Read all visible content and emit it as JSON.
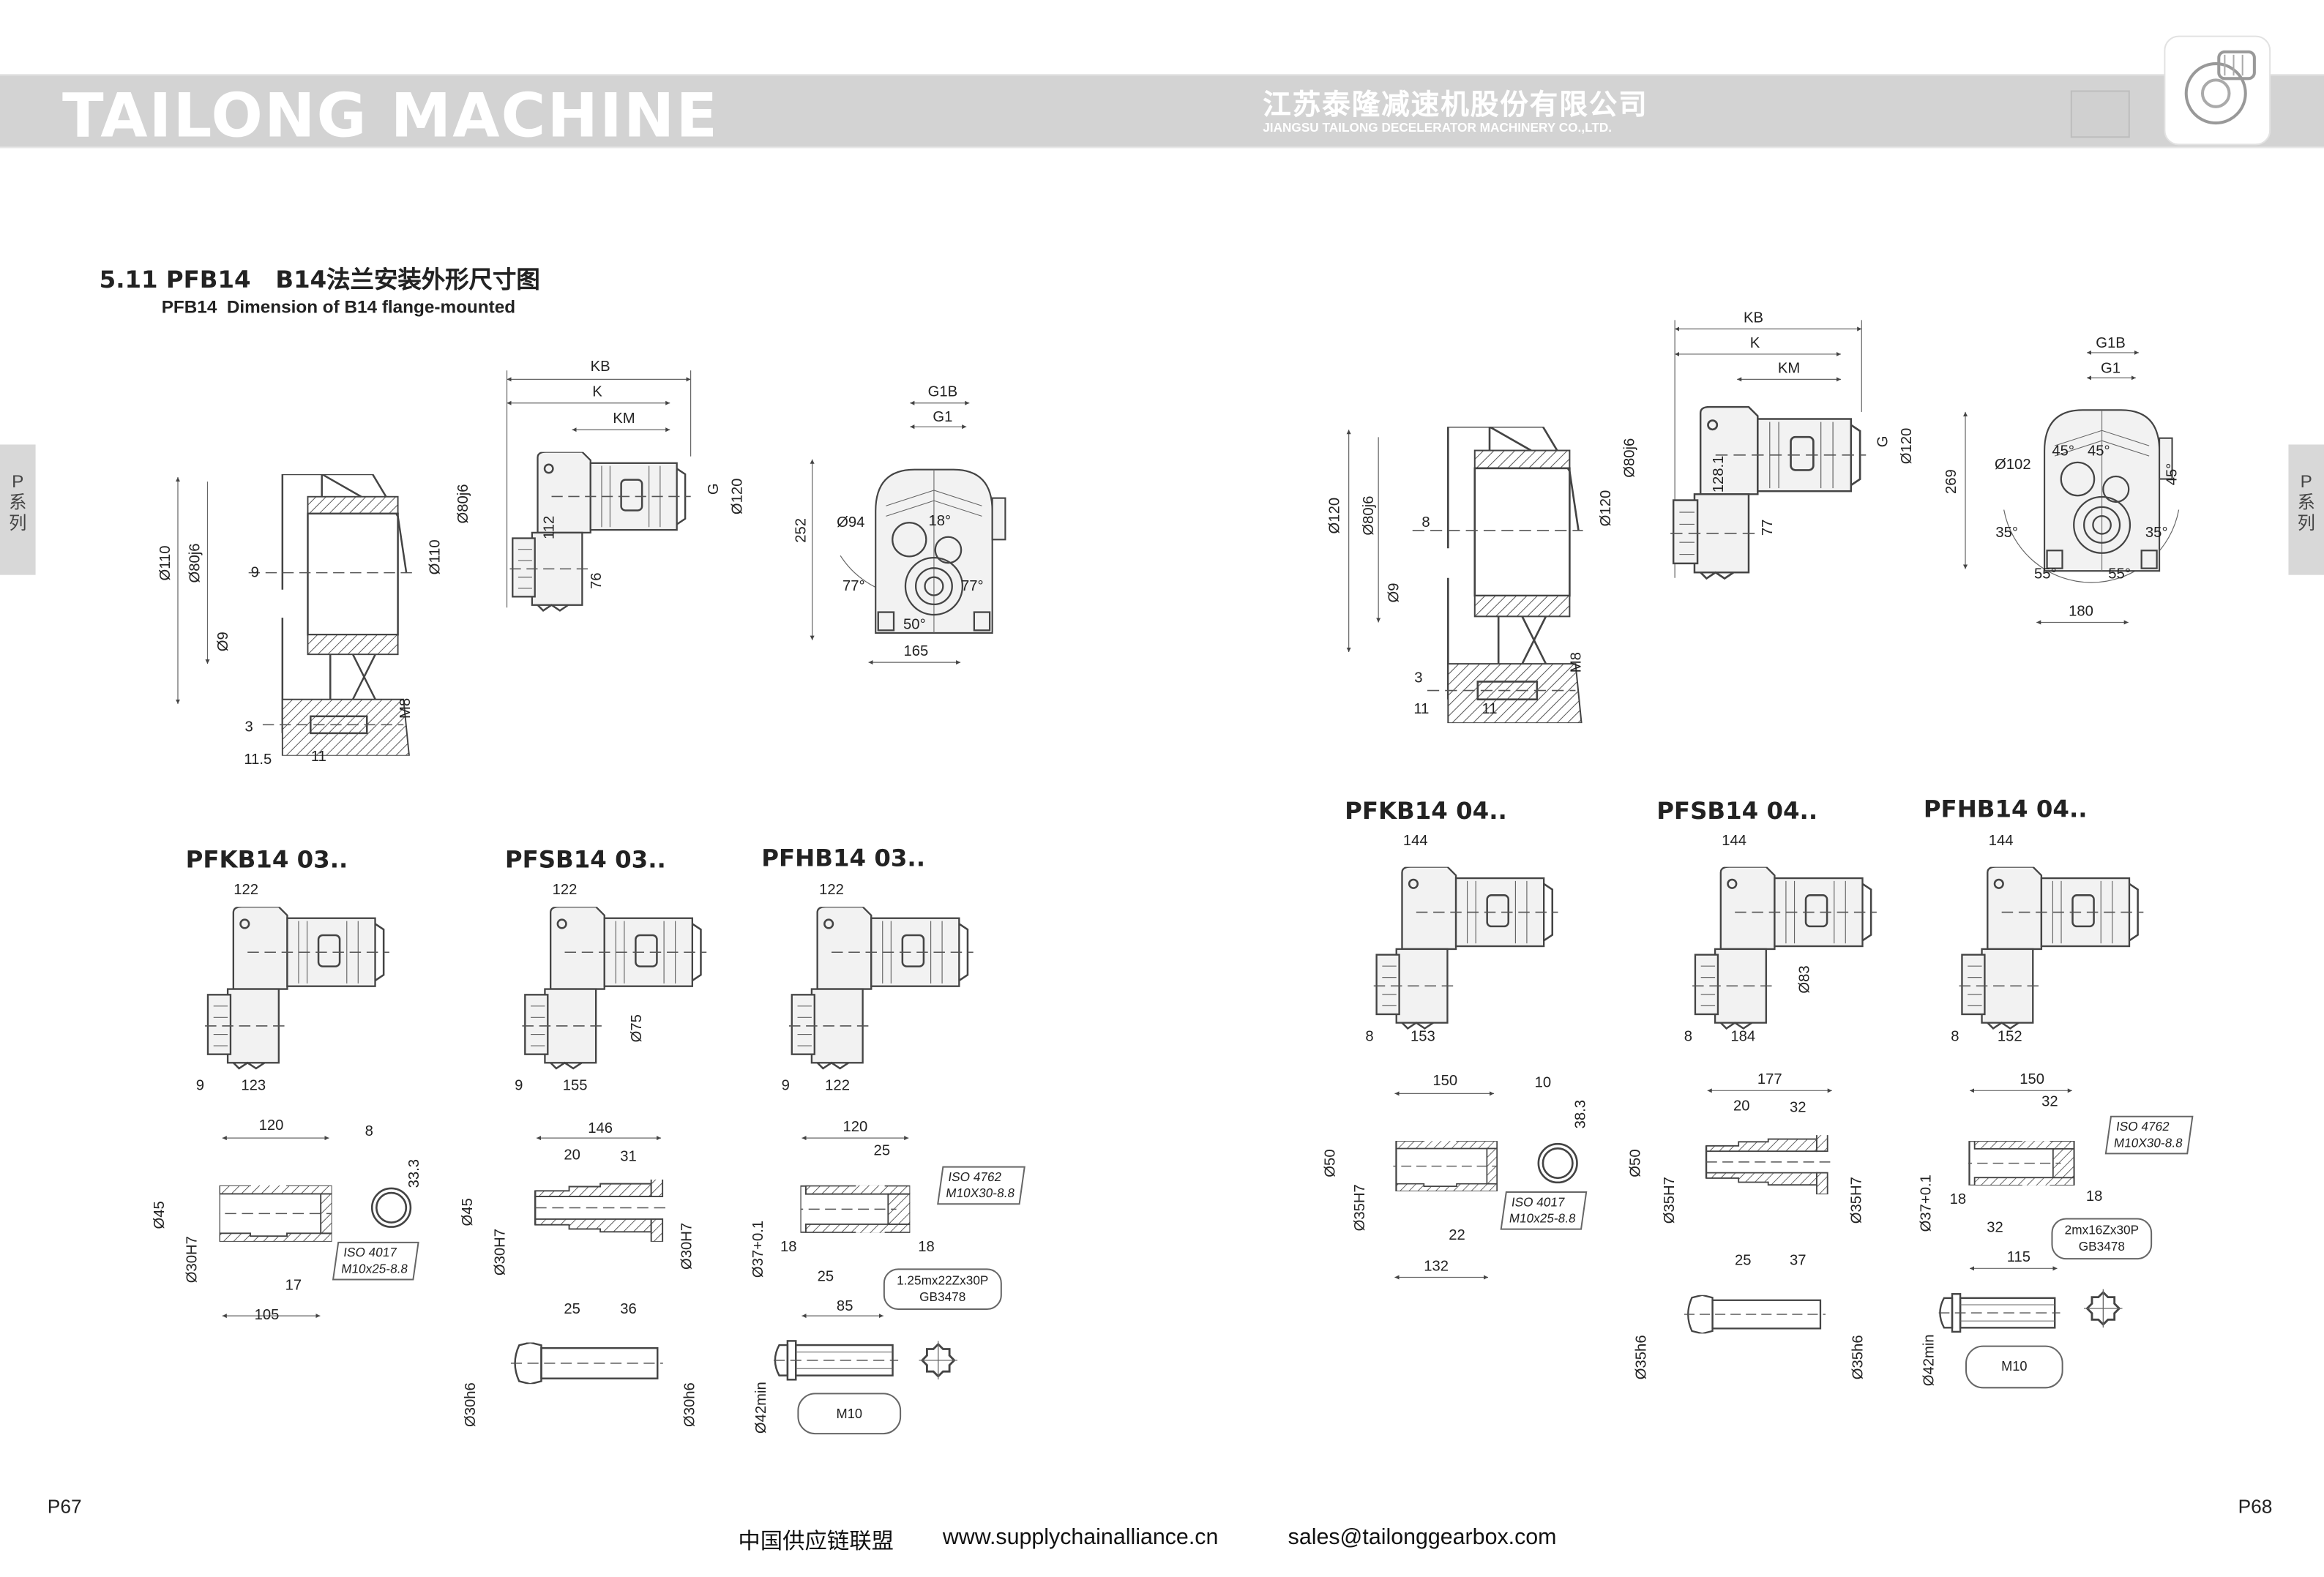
{
  "header": {
    "brand": "TAILONG MACHINE",
    "company_cn": "江苏泰隆减速机股份有限公司",
    "company_en": "JIANGSU TAILONG DECELERATOR MACHINERY CO.,LTD.",
    "band_color": "#d3d3d3"
  },
  "side_tab": {
    "line1": "P",
    "line2": "系",
    "line3": "列"
  },
  "section": {
    "title": "5.11 PFB14   B14法兰安装外形尺寸图",
    "subtitle": "PFB14  Dimension of B14 flange-mounted"
  },
  "left": {
    "flange": [
      "Ø110",
      "Ø80j6",
      "9",
      "Ø9",
      "3",
      "11.5",
      "11",
      "M8"
    ],
    "main_view": [
      "KB",
      "K",
      "KM",
      "G",
      "Ø120",
      "Ø80j6",
      "Ø110",
      "112",
      "76"
    ],
    "end_view": [
      "G1B",
      "G1",
      "252",
      "Ø94",
      "18°",
      "77°",
      "77°",
      "50°",
      "165"
    ],
    "variants": [
      {
        "title": "PFKB14 03..",
        "dims": [
          "122",
          "9",
          "123"
        ]
      },
      {
        "title": "PFSB14 03..",
        "dims": [
          "122",
          "9",
          "155",
          "Ø75"
        ]
      },
      {
        "title": "PFHB14 03..",
        "dims": [
          "122",
          "9",
          "122"
        ]
      }
    ],
    "hollow": {
      "dims": [
        "120",
        "8",
        "33.3",
        "Ø45",
        "Ø30H7",
        "17",
        "105"
      ],
      "note1": "ISO 4017",
      "note2": "M10x25-8.8"
    },
    "shrink": {
      "dims": [
        "146",
        "20",
        "31",
        "Ø45",
        "Ø30H7",
        "Ø30H7",
        "25",
        "36",
        "Ø30h6",
        "Ø30h6"
      ]
    },
    "spline": {
      "dims": [
        "120",
        "25",
        "Ø37+0.1",
        "18",
        "18",
        "25",
        "85",
        "Ø42min"
      ],
      "note1": "ISO 4762",
      "note2": "M10X30-8.8",
      "spec1": "1.25mx22Zx30P",
      "spec2": "GB3478",
      "bolt": "M10"
    }
  },
  "right": {
    "flange": [
      "Ø120",
      "Ø80j6",
      "8",
      "Ø9",
      "3",
      "11",
      "11",
      "M8"
    ],
    "main_view": [
      "KB",
      "K",
      "KM",
      "G",
      "Ø120",
      "Ø80j6",
      "Ø120",
      "128.1",
      "77"
    ],
    "end_view": [
      "G1B",
      "G1",
      "269",
      "Ø102",
      "45°",
      "45°",
      "45°",
      "35°",
      "35°",
      "55°",
      "55°",
      "180"
    ],
    "variants": [
      {
        "title": "PFKB14 04..",
        "dims": [
          "144",
          "8",
          "153"
        ]
      },
      {
        "title": "PFSB14 04..",
        "dims": [
          "144",
          "8",
          "184",
          "Ø83"
        ]
      },
      {
        "title": "PFHB14 04..",
        "dims": [
          "144",
          "8",
          "152"
        ]
      }
    ],
    "hollow": {
      "dims": [
        "150",
        "10",
        "38.3",
        "Ø50",
        "Ø35H7",
        "22",
        "132"
      ],
      "note1": "ISO 4017",
      "note2": "M10x25-8.8"
    },
    "shrink": {
      "dims": [
        "177",
        "20",
        "32",
        "Ø50",
        "Ø35H7",
        "Ø35H7",
        "25",
        "37",
        "Ø35h6",
        "Ø35h6"
      ]
    },
    "spline": {
      "dims": [
        "150",
        "32",
        "Ø37+0.1",
        "18",
        "18",
        "32",
        "115",
        "Ø42min"
      ],
      "note1": "ISO 4762",
      "note2": "M10X30-8.8",
      "spec1": "2mx16Zx30P",
      "spec2": "GB3478",
      "bolt": "M10"
    }
  },
  "footer": {
    "page_left": "P67",
    "page_right": "P68",
    "org": "中国供应链联盟",
    "website": "www.supplychainalliance.cn",
    "email": "sales@tailonggearbox.com"
  }
}
